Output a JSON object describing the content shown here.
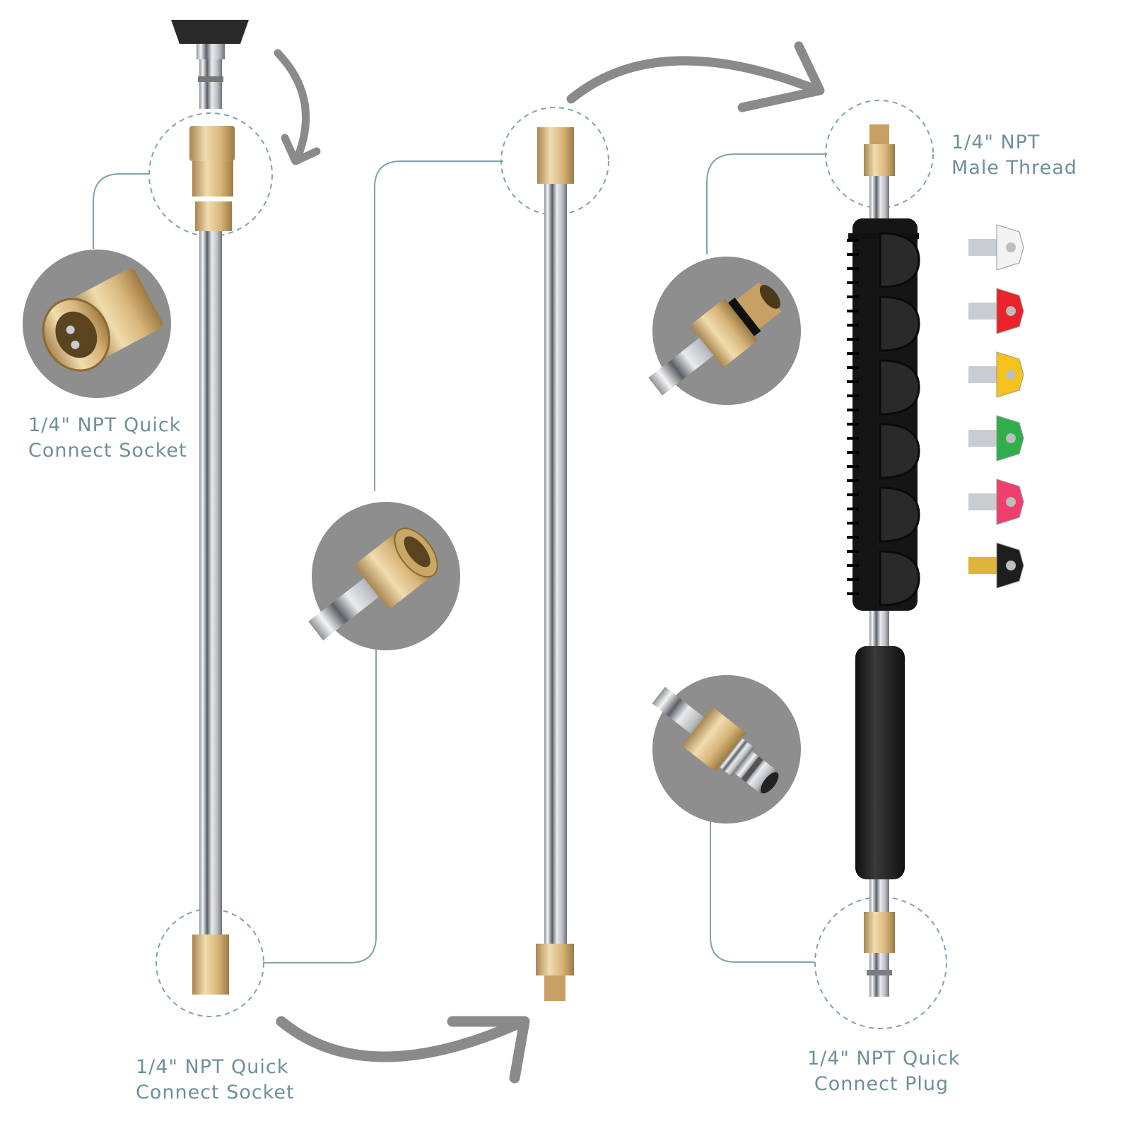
{
  "labels": {
    "socket_top": {
      "line1": "1/4\" NPT Quick",
      "line2": "Connect Socket"
    },
    "socket_bottom": {
      "line1": "1/4\" NPT Quick",
      "line2": "Connect Socket"
    },
    "male_thread": {
      "line1": "1/4\" NPT",
      "line2": "Male Thread"
    },
    "plug": {
      "line1": "1/4\" NPT Quick",
      "line2": "Connect Plug"
    }
  },
  "colors": {
    "label_text": "#6f8f9c",
    "connector_line": "#7fa3ad",
    "dashed_circle": "#7fa3ad",
    "arrow": "#8a8a8a",
    "brass": "#d8b97a",
    "chrome": "#c9ccd0",
    "grip": "#1c1c1c",
    "zoom_bg": "#8e8e8e"
  },
  "nozzle_tips": [
    {
      "name": "white-tip",
      "color": "#f3f3f3"
    },
    {
      "name": "red-tip",
      "color": "#e8232b"
    },
    {
      "name": "yellow-tip",
      "color": "#f4c21b"
    },
    {
      "name": "green-tip",
      "color": "#2fae4a"
    },
    {
      "name": "pink-tip",
      "color": "#ee3f6d"
    },
    {
      "name": "black-tip",
      "color": "#1e1e1e"
    }
  ]
}
